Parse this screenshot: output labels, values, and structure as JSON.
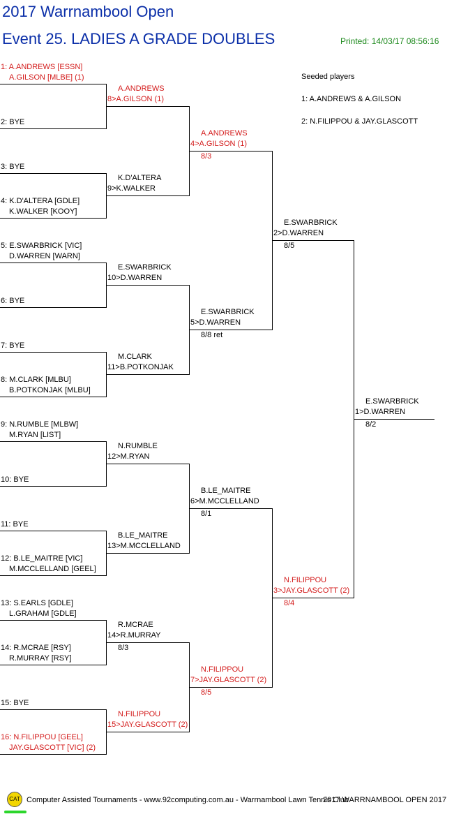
{
  "header": {
    "tournament": "2017 Warrnambool Open",
    "event": "Event 25. LADIES A GRADE DOUBLES",
    "printed": "Printed: 14/03/17 08:56:16"
  },
  "seeds": {
    "title": "Seeded players",
    "items": [
      "1: A.ANDREWS & A.GILSON",
      "2: N.FILIPPOU & JAY.GLASCOTT"
    ]
  },
  "draw": [
    {
      "a": "1: A.ANDREWS [ESSN]",
      "b": "A.GILSON [MLBE] (1)",
      "seeded": true
    },
    {
      "a": "2: BYE"
    },
    {
      "a": "3: BYE"
    },
    {
      "a": "4: K.D'ALTERA [GDLE]",
      "b": "K.WALKER [KOOY]"
    },
    {
      "a": "5: E.SWARBRICK [VIC]",
      "b": "D.WARREN [WARN]"
    },
    {
      "a": "6: BYE"
    },
    {
      "a": "7: BYE"
    },
    {
      "a": "8: M.CLARK [MLBU]",
      "b": "B.POTKONJAK [MLBU]"
    },
    {
      "a": "9: N.RUMBLE [MLBW]",
      "b": "M.RYAN [LIST]"
    },
    {
      "a": "10: BYE"
    },
    {
      "a": "11: BYE"
    },
    {
      "a": "12: B.LE_MAITRE [VIC]",
      "b": "M.MCCLELLAND [GEEL]"
    },
    {
      "a": "13: S.EARLS [GDLE]",
      "b": "L.GRAHAM [GDLE]"
    },
    {
      "a": "14: R.MCRAE [RSY]",
      "b": "R.MURRAY [RSY]"
    },
    {
      "a": "15: BYE"
    },
    {
      "a": "16: N.FILIPPOU [GEEL]",
      "b": "JAY.GLASCOTT [VIC] (2)",
      "seeded": true
    }
  ],
  "rounds": [
    [
      {
        "a": "A.ANDREWS",
        "b": "8>A.GILSON (1)",
        "seeded": true
      },
      {
        "a": "K.D'ALTERA",
        "b": "9>K.WALKER"
      },
      {
        "a": "E.SWARBRICK",
        "b": "10>D.WARREN"
      },
      {
        "a": "M.CLARK",
        "b": "11>B.POTKONJAK"
      },
      {
        "a": "N.RUMBLE",
        "b": "12>M.RYAN"
      },
      {
        "a": "B.LE_MAITRE",
        "b": "13>M.MCCLELLAND"
      },
      {
        "a": "R.MCRAE",
        "b": "14>R.MURRAY",
        "score": "8/3"
      },
      {
        "a": "N.FILIPPOU",
        "b": "15>JAY.GLASCOTT (2)",
        "seeded": true
      }
    ],
    [
      {
        "a": "A.ANDREWS",
        "b": "4>A.GILSON (1)",
        "score": "8/3",
        "seeded": true
      },
      {
        "a": "E.SWARBRICK",
        "b": "5>D.WARREN",
        "score": "8/8 ret"
      },
      {
        "a": "B.LE_MAITRE",
        "b": "6>M.MCCLELLAND",
        "score": "8/1"
      },
      {
        "a": "N.FILIPPOU",
        "b": "7>JAY.GLASCOTT (2)",
        "score": "8/5",
        "seeded": true
      }
    ],
    [
      {
        "a": "E.SWARBRICK",
        "b": "2>D.WARREN",
        "score": "8/5"
      },
      {
        "a": "N.FILIPPOU",
        "b": "3>JAY.GLASCOTT (2)",
        "score": "8/4",
        "seeded": true
      }
    ],
    [
      {
        "a": "E.SWARBRICK",
        "b": "1>D.WARREN",
        "score": "8/2"
      }
    ]
  ],
  "footer": {
    "logo": "CAT",
    "credit": "Computer Assisted Tournaments - www.92computing.com.au -  Warrnambool Lawn Tennis Club",
    "event": "2017 WARRNAMBOOL OPEN 2017"
  },
  "colors": {
    "title": "#0a2ea8",
    "seeded": "#d31a1a",
    "printed": "#1e8a1e"
  }
}
